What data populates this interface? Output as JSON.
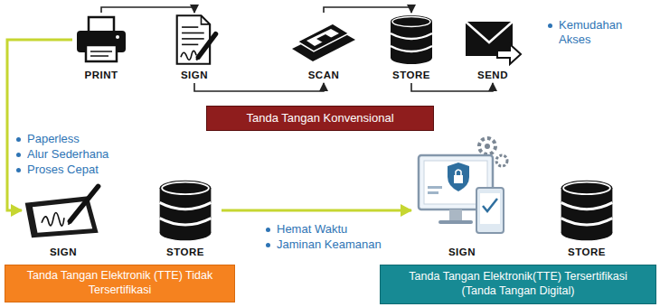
{
  "diagram": {
    "nodes": [
      {
        "text": [
          "PRINT"
        ]
      },
      {
        "text": [
          "SIGN"
        ]
      },
      {
        "text": [
          "SCAN"
        ]
      },
      {
        "text": [
          "STORE"
        ]
      },
      {
        "text": [
          "SEND"
        ]
      },
      {
        "text": [
          "Tanda Tangan Konvensional"
        ]
      },
      {
        "text": [
          "SIGN"
        ]
      },
      {
        "text": [
          "STORE"
        ]
      },
      {
        "text": [
          "Tanda Tangan Elektronik (TTE) Tidak Tersertifikasi"
        ]
      },
      {
        "text": [
          "SIGN"
        ]
      },
      {
        "text": [
          "STORE"
        ]
      },
      {
        "text": [
          "Tanda Tangan Elektronik(TTE) Tersertifikasi (Tanda Tangan Digital)"
        ]
      }
    ],
    "edges": [
      {
        "from": 0,
        "to": 1,
        "arrow": "to"
      },
      {
        "from": 1,
        "to": 2,
        "arrow": "to"
      },
      {
        "from": 2,
        "to": 3,
        "arrow": "to"
      },
      {
        "from": 3,
        "to": 4,
        "arrow": "to"
      },
      {
        "from": 0,
        "to": 6,
        "arrow": "to"
      },
      {
        "from": 7,
        "to": 9,
        "arrow": "to"
      }
    ],
    "labels": [
      "Kemudahan Akses",
      "Paperless",
      "Alur Sederhana",
      "Proses Cepat",
      "Hemat Waktu",
      "Jaminan Keamanan"
    ]
  }
}
